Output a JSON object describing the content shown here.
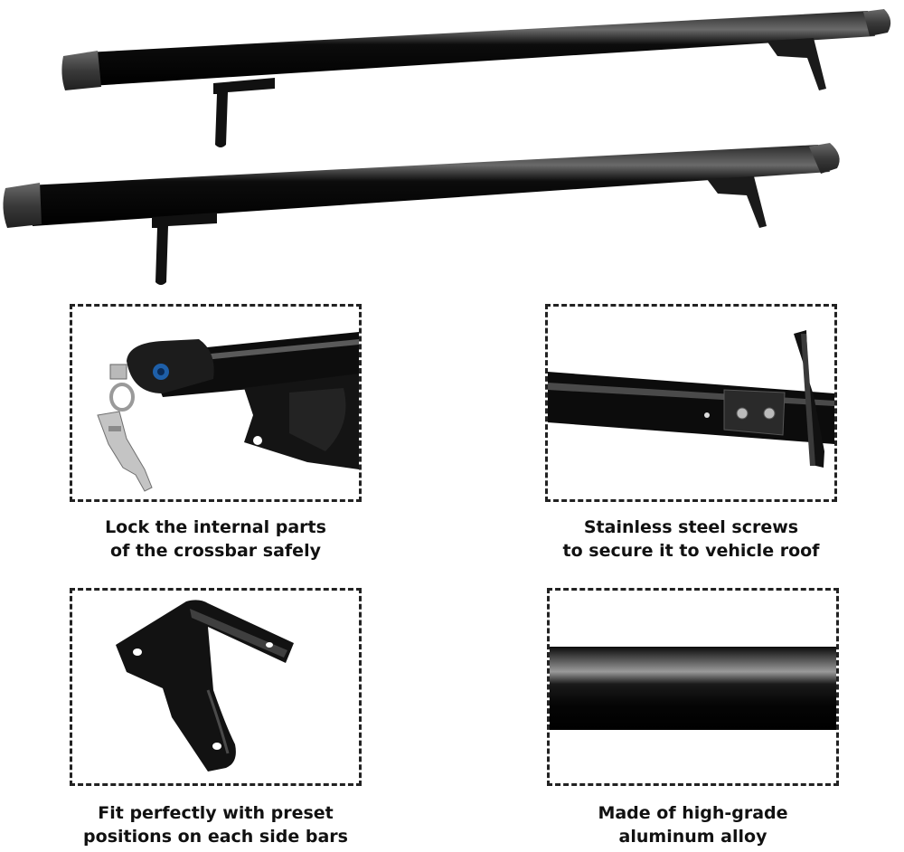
{
  "features": [
    {
      "line1": "Lock the internal parts",
      "line2": "of the crossbar safely",
      "illustration": "lock-key-icon"
    },
    {
      "line1": "Stainless steel screws",
      "line2": "to secure it to vehicle roof",
      "illustration": "screw-bracket-icon"
    },
    {
      "line1": "Fit perfectly with preset",
      "line2": "positions on each side bars",
      "illustration": "mounting-bracket-icon"
    },
    {
      "line1": "Made of high-grade",
      "line2": "aluminum alloy",
      "illustration": "crossbar-tube-icon"
    }
  ],
  "colors": {
    "bar": "#0a0a0a",
    "cap": "#3c3c3c",
    "border": "#222222"
  }
}
